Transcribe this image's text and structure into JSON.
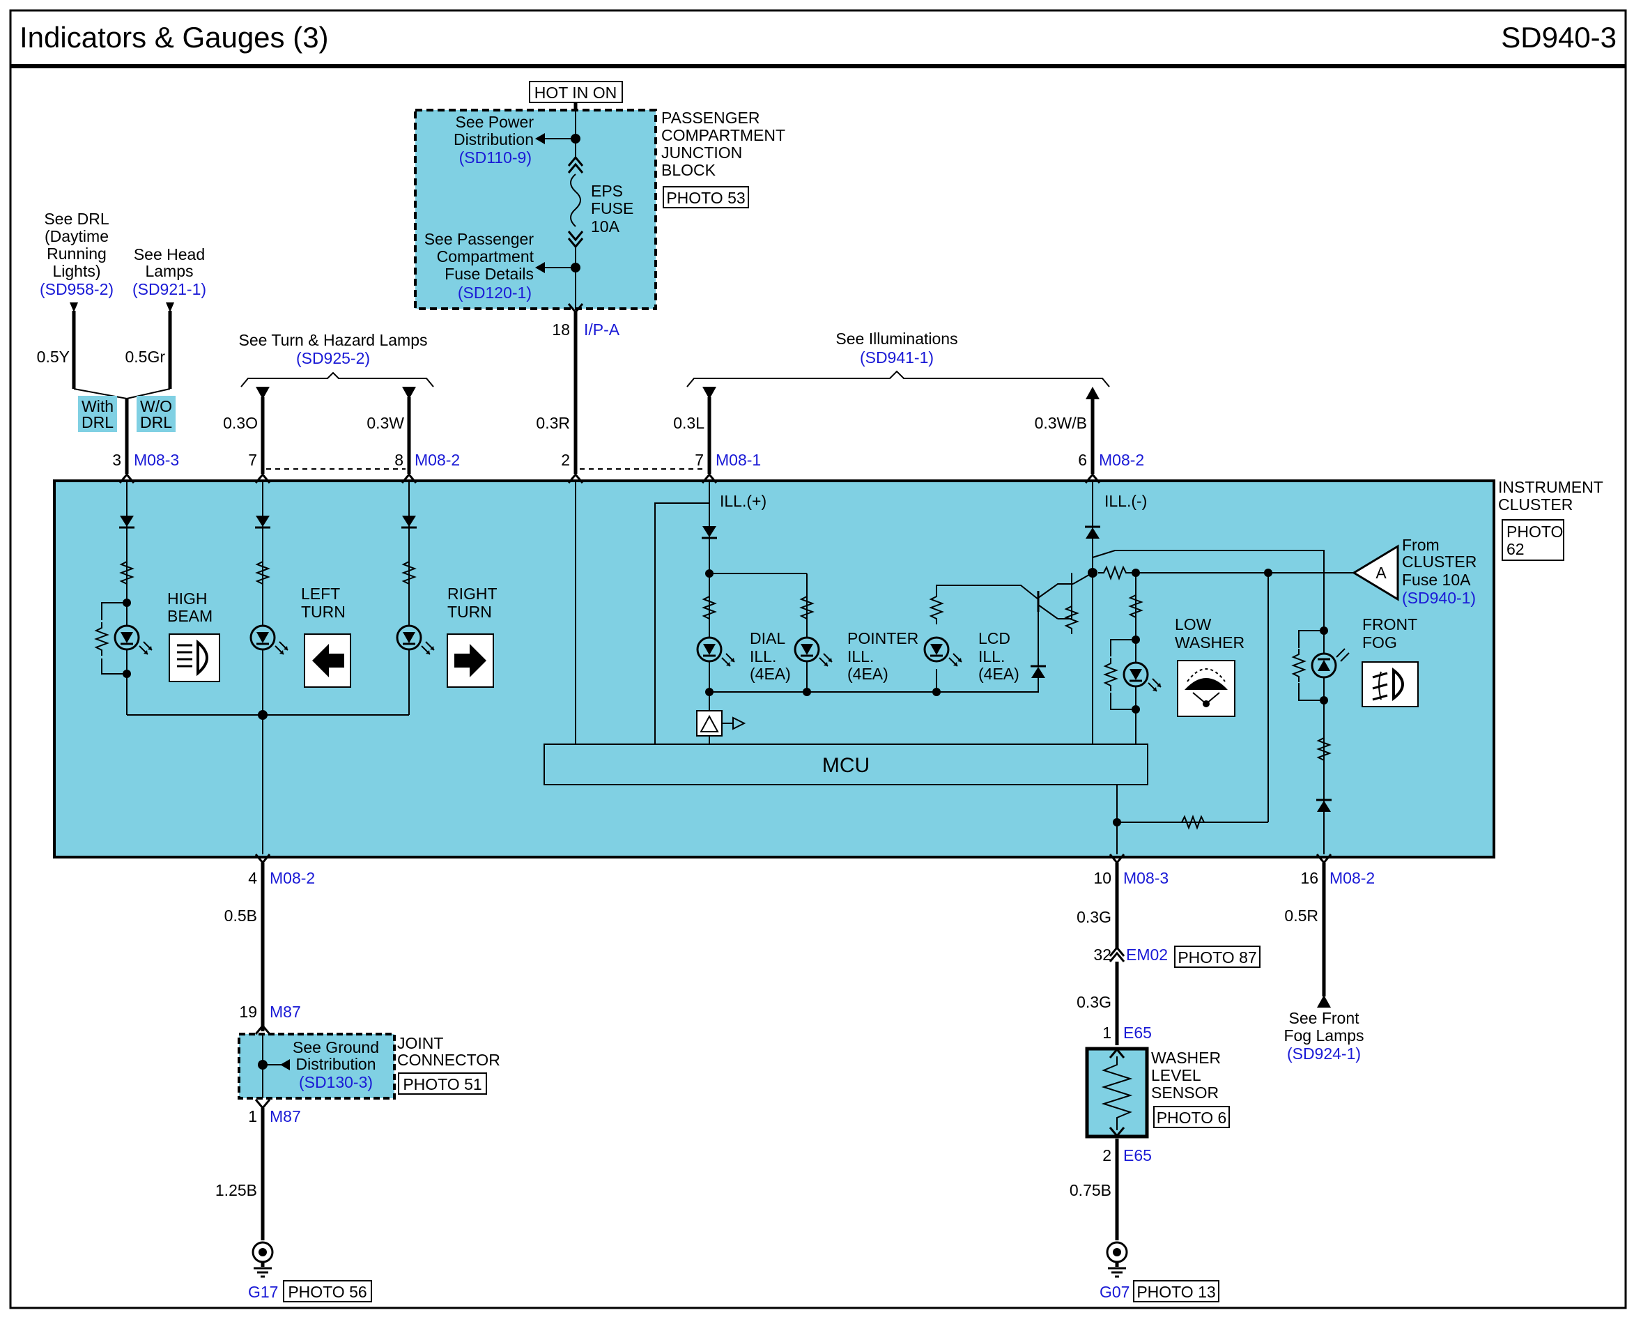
{
  "title": "Indicators & Gauges (3)",
  "page_code": "SD940-3",
  "hot_in_on": "HOT IN ON",
  "junction_block": {
    "name_lines": [
      "PASSENGER",
      "COMPARTMENT",
      "JUNCTION",
      "BLOCK"
    ],
    "photo": "PHOTO 53",
    "power_ref_lines": [
      "See Power",
      "Distribution"
    ],
    "power_ref_code": "(SD110-9)",
    "fuse_lines": [
      "EPS",
      "FUSE",
      "10A"
    ],
    "details_ref_lines": [
      "See Passenger",
      "Compartment",
      "Fuse Details"
    ],
    "details_ref_code": "(SD120-1)",
    "pin": "18",
    "connector": "I/P-A"
  },
  "drl_ref": {
    "lines": [
      "See DRL",
      "(Daytime",
      "Running",
      "Lights)"
    ],
    "code": "(SD958-2)"
  },
  "head_ref": {
    "lines": [
      "See Head",
      "Lamps"
    ],
    "code": "(SD921-1)"
  },
  "turn_ref": {
    "text": "See Turn & Hazard Lamps",
    "code": "(SD925-2)"
  },
  "illum_ref": {
    "text": "See Illuminations",
    "code": "(SD941-1)"
  },
  "option_tags": {
    "with_drl": [
      "With",
      "DRL"
    ],
    "wo_drl": [
      "W/O",
      "DRL"
    ]
  },
  "wires_top": [
    {
      "color": "0.5Y"
    },
    {
      "color": "0.5Gr"
    },
    {
      "color": "0.3O"
    },
    {
      "color": "0.3W"
    },
    {
      "color": "0.3R"
    },
    {
      "color": "0.3L"
    },
    {
      "color": "0.3W/B"
    }
  ],
  "pins_top": [
    {
      "pin": "3",
      "conn": "M08-3"
    },
    {
      "pin": "7",
      "conn": ""
    },
    {
      "pin": "8",
      "conn": "M08-2"
    },
    {
      "pin": "2",
      "conn": ""
    },
    {
      "pin": "7",
      "conn": "M08-1"
    },
    {
      "pin": "6",
      "conn": "M08-2"
    }
  ],
  "cluster": {
    "name_lines": [
      "INSTRUMENT",
      "CLUSTER"
    ],
    "photo_lines": [
      "PHOTO",
      "62"
    ],
    "ill_plus": "ILL.(+)",
    "ill_minus": "ILL.(-)",
    "mcu": "MCU",
    "from_fuse_lines": [
      "From",
      "CLUSTER",
      "Fuse 10A"
    ],
    "from_fuse_code": "(SD940-1)",
    "fuse_symbol": "A",
    "indicators": {
      "high_beam": [
        "HIGH",
        "BEAM"
      ],
      "left_turn": [
        "LEFT",
        "TURN"
      ],
      "right_turn": [
        "RIGHT",
        "TURN"
      ],
      "dial": [
        "DIAL",
        "ILL.",
        "(4EA)"
      ],
      "pointer": [
        "POINTER",
        "ILL.",
        "(4EA)"
      ],
      "lcd": [
        "LCD",
        "ILL.",
        "(4EA)"
      ],
      "low_washer": [
        "LOW",
        "WASHER"
      ],
      "front_fog": [
        "FRONT",
        "FOG"
      ]
    }
  },
  "ground_left": {
    "pin_out": "4",
    "conn_out": "M08-2",
    "wire1": "0.5B",
    "pin_j_in": "19",
    "conn_j_in": "M87",
    "joint_ref_lines": [
      "See Ground",
      "Distribution"
    ],
    "joint_ref_code": "(SD130-3)",
    "joint_name_lines": [
      "JOINT",
      "CONNECTOR"
    ],
    "joint_photo": "PHOTO 51",
    "pin_j_out": "1",
    "conn_j_out": "M87",
    "wire2": "1.25B",
    "ground": "G17",
    "ground_photo": "PHOTO 56"
  },
  "washer_branch": {
    "pin_out": "10",
    "conn_out": "M08-3",
    "wire1": "0.3G",
    "pin_em": "32",
    "conn_em": "EM02",
    "em_photo": "PHOTO 87",
    "wire2": "0.3G",
    "pin_s1": "1",
    "conn_s1": "E65",
    "sensor_lines": [
      "WASHER",
      "LEVEL",
      "SENSOR"
    ],
    "sensor_photo": "PHOTO 6",
    "pin_s2": "2",
    "conn_s2": "E65",
    "wire3": "0.75B",
    "ground": "G07",
    "ground_photo": "PHOTO 13"
  },
  "fog_branch": {
    "pin_out": "16",
    "conn_out": "M08-2",
    "wire": "0.5R",
    "ref_lines": [
      "See Front",
      "Fog Lamps"
    ],
    "ref_code": "(SD924-1)"
  }
}
